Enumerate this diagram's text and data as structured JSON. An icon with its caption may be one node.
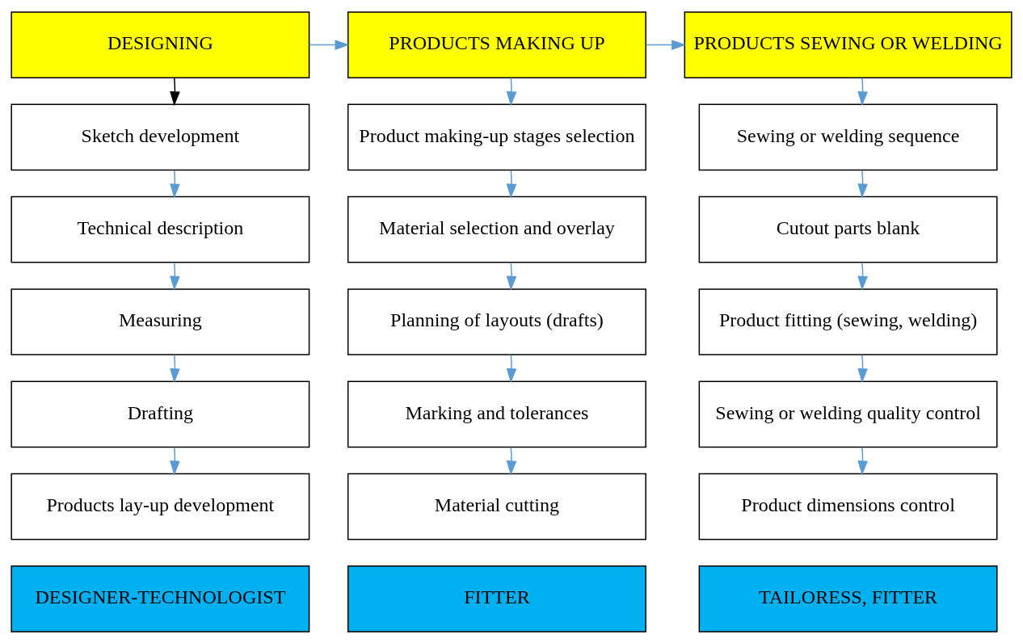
{
  "diagram": {
    "nodes": [
      {
        "text": [
          "DESIGNING"
        ]
      },
      {
        "text": [
          "PRODUCTS MAKING UP"
        ]
      },
      {
        "text": [
          "PRODUCTS SEWING OR WELDING"
        ]
      },
      {
        "text": [
          "Sketch development"
        ]
      },
      {
        "text": [
          "Technical description"
        ]
      },
      {
        "text": [
          "Measuring"
        ]
      },
      {
        "text": [
          "Drafting"
        ]
      },
      {
        "text": [
          "Products lay-up development"
        ]
      },
      {
        "text": [
          "DESIGNER-TECHNOLOGIST"
        ]
      },
      {
        "text": [
          "Product making-up stages selection"
        ]
      },
      {
        "text": [
          "Material selection and overlay"
        ]
      },
      {
        "text": [
          "Planning of layouts (drafts)"
        ]
      },
      {
        "text": [
          "Marking and tolerances"
        ]
      },
      {
        "text": [
          "Material cutting"
        ]
      },
      {
        "text": [
          "FITTER"
        ]
      },
      {
        "text": [
          "Sewing or welding sequence"
        ]
      },
      {
        "text": [
          "Cutout parts blank"
        ]
      },
      {
        "text": [
          "Product fitting (sewing, welding)"
        ]
      },
      {
        "text": [
          "Sewing or welding quality control"
        ]
      },
      {
        "text": [
          "Product dimensions control"
        ]
      },
      {
        "text": [
          "TAILORESS, FITTER"
        ]
      }
    ],
    "edges": [
      {
        "from": 0,
        "to": 1,
        "arrow": "to"
      },
      {
        "from": 1,
        "to": 2,
        "arrow": "to"
      },
      {
        "from": 0,
        "to": 3,
        "arrow": "to",
        "color": "#000000"
      },
      {
        "from": 3,
        "to": 4,
        "arrow": "to"
      },
      {
        "from": 4,
        "to": 5,
        "arrow": "to"
      },
      {
        "from": 5,
        "to": 6,
        "arrow": "to"
      },
      {
        "from": 6,
        "to": 7,
        "arrow": "to"
      },
      {
        "from": 1,
        "to": 9,
        "arrow": "to"
      },
      {
        "from": 9,
        "to": 10,
        "arrow": "to"
      },
      {
        "from": 10,
        "to": 11,
        "arrow": "to"
      },
      {
        "from": 11,
        "to": 12,
        "arrow": "to"
      },
      {
        "from": 12,
        "to": 13,
        "arrow": "to"
      },
      {
        "from": 2,
        "to": 15,
        "arrow": "to"
      },
      {
        "from": 15,
        "to": 16,
        "arrow": "to"
      },
      {
        "from": 16,
        "to": 17,
        "arrow": "to"
      },
      {
        "from": 17,
        "to": 18,
        "arrow": "to"
      },
      {
        "from": 18,
        "to": 19,
        "arrow": "to"
      }
    ]
  }
}
